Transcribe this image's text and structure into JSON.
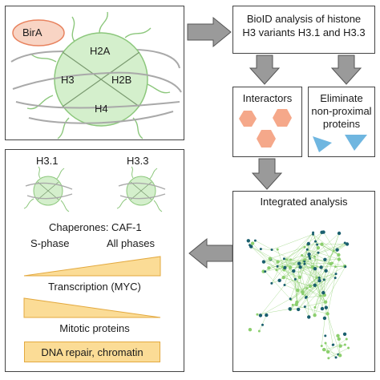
{
  "nucleosome_panel": {
    "tag": "BirA",
    "histones": [
      "H2A",
      "H3",
      "H2B",
      "H4"
    ]
  },
  "bioid_box": {
    "line1": "BioID analysis of histone",
    "line2": "H3 variants H3.1 and H3.3"
  },
  "interactors_box": {
    "title": "Interactors"
  },
  "eliminate_box": {
    "line1": "Eliminate",
    "line2": "non-proximal",
    "line3": "proteins"
  },
  "integrated_box": {
    "title": "Integrated analysis"
  },
  "results_panel": {
    "variant_left": "H3.1",
    "variant_right": "H3.3",
    "chaperones": "Chaperones: CAF-1",
    "phase_left": "S-phase",
    "phase_right": "All phases",
    "transcription": "Transcription (MYC)",
    "mitotic": "Mitotic proteins",
    "dna_repair": "DNA repair, chromatin"
  },
  "colors": {
    "nucleosome_fill": "#d4efcc",
    "nucleosome_stroke": "#8cc77c",
    "bira_fill": "#f8d4c4",
    "bira_stroke": "#e8835f",
    "hexagon": "#f5a88a",
    "triangle": "#6fb6e0",
    "bar_fill": "#fbdc96",
    "bar_stroke": "#e3a93f",
    "arrow": "#9a9a9a",
    "network_dark": "#1a5f6e",
    "network_light": "#8ccf6e"
  }
}
